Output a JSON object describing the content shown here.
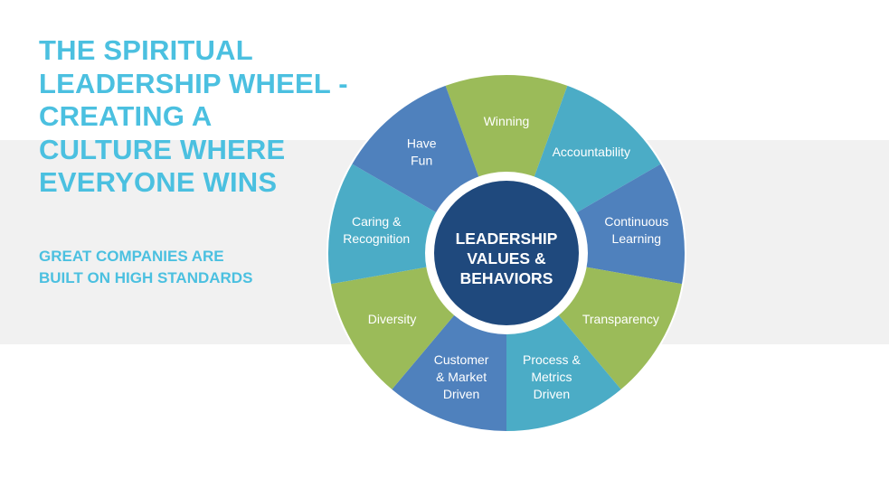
{
  "title_lines": [
    "THE SPIRITUAL",
    "LEADERSHIP WHEEL -",
    "CREATING A",
    "CULTURE WHERE",
    "EVERYONE WINS"
  ],
  "subtitle_lines": [
    "GREAT COMPANIES ARE",
    "BUILT ON HIGH STANDARDS"
  ],
  "colors": {
    "accent_text": "#4bc0e0",
    "green": "#9bbb59",
    "teal": "#4bacc6",
    "blue": "#4f81bd",
    "center": "#1f497d",
    "band": "#f1f1f1"
  },
  "wheel": {
    "center_lines": [
      "LEADERSHIP",
      "VALUES &",
      "BEHAVIORS"
    ],
    "segments": [
      {
        "id": "winning",
        "lines": [
          "Winning"
        ],
        "color": "green"
      },
      {
        "id": "accountability",
        "lines": [
          "Accountability"
        ],
        "color": "teal"
      },
      {
        "id": "continuous-learning",
        "lines": [
          "Continuous",
          "Learning"
        ],
        "color": "blue"
      },
      {
        "id": "transparency",
        "lines": [
          "Transparency"
        ],
        "color": "green"
      },
      {
        "id": "process-metrics-driven",
        "lines": [
          "Process &",
          "Metrics",
          "Driven"
        ],
        "color": "teal"
      },
      {
        "id": "customer-market-driven",
        "lines": [
          "Customer",
          "& Market",
          "Driven"
        ],
        "color": "blue"
      },
      {
        "id": "diversity",
        "lines": [
          "Diversity"
        ],
        "color": "green"
      },
      {
        "id": "caring-recognition",
        "lines": [
          "Caring &",
          "Recognition"
        ],
        "color": "teal"
      },
      {
        "id": "have-fun",
        "lines": [
          "Have",
          "Fun"
        ],
        "color": "blue"
      }
    ]
  }
}
